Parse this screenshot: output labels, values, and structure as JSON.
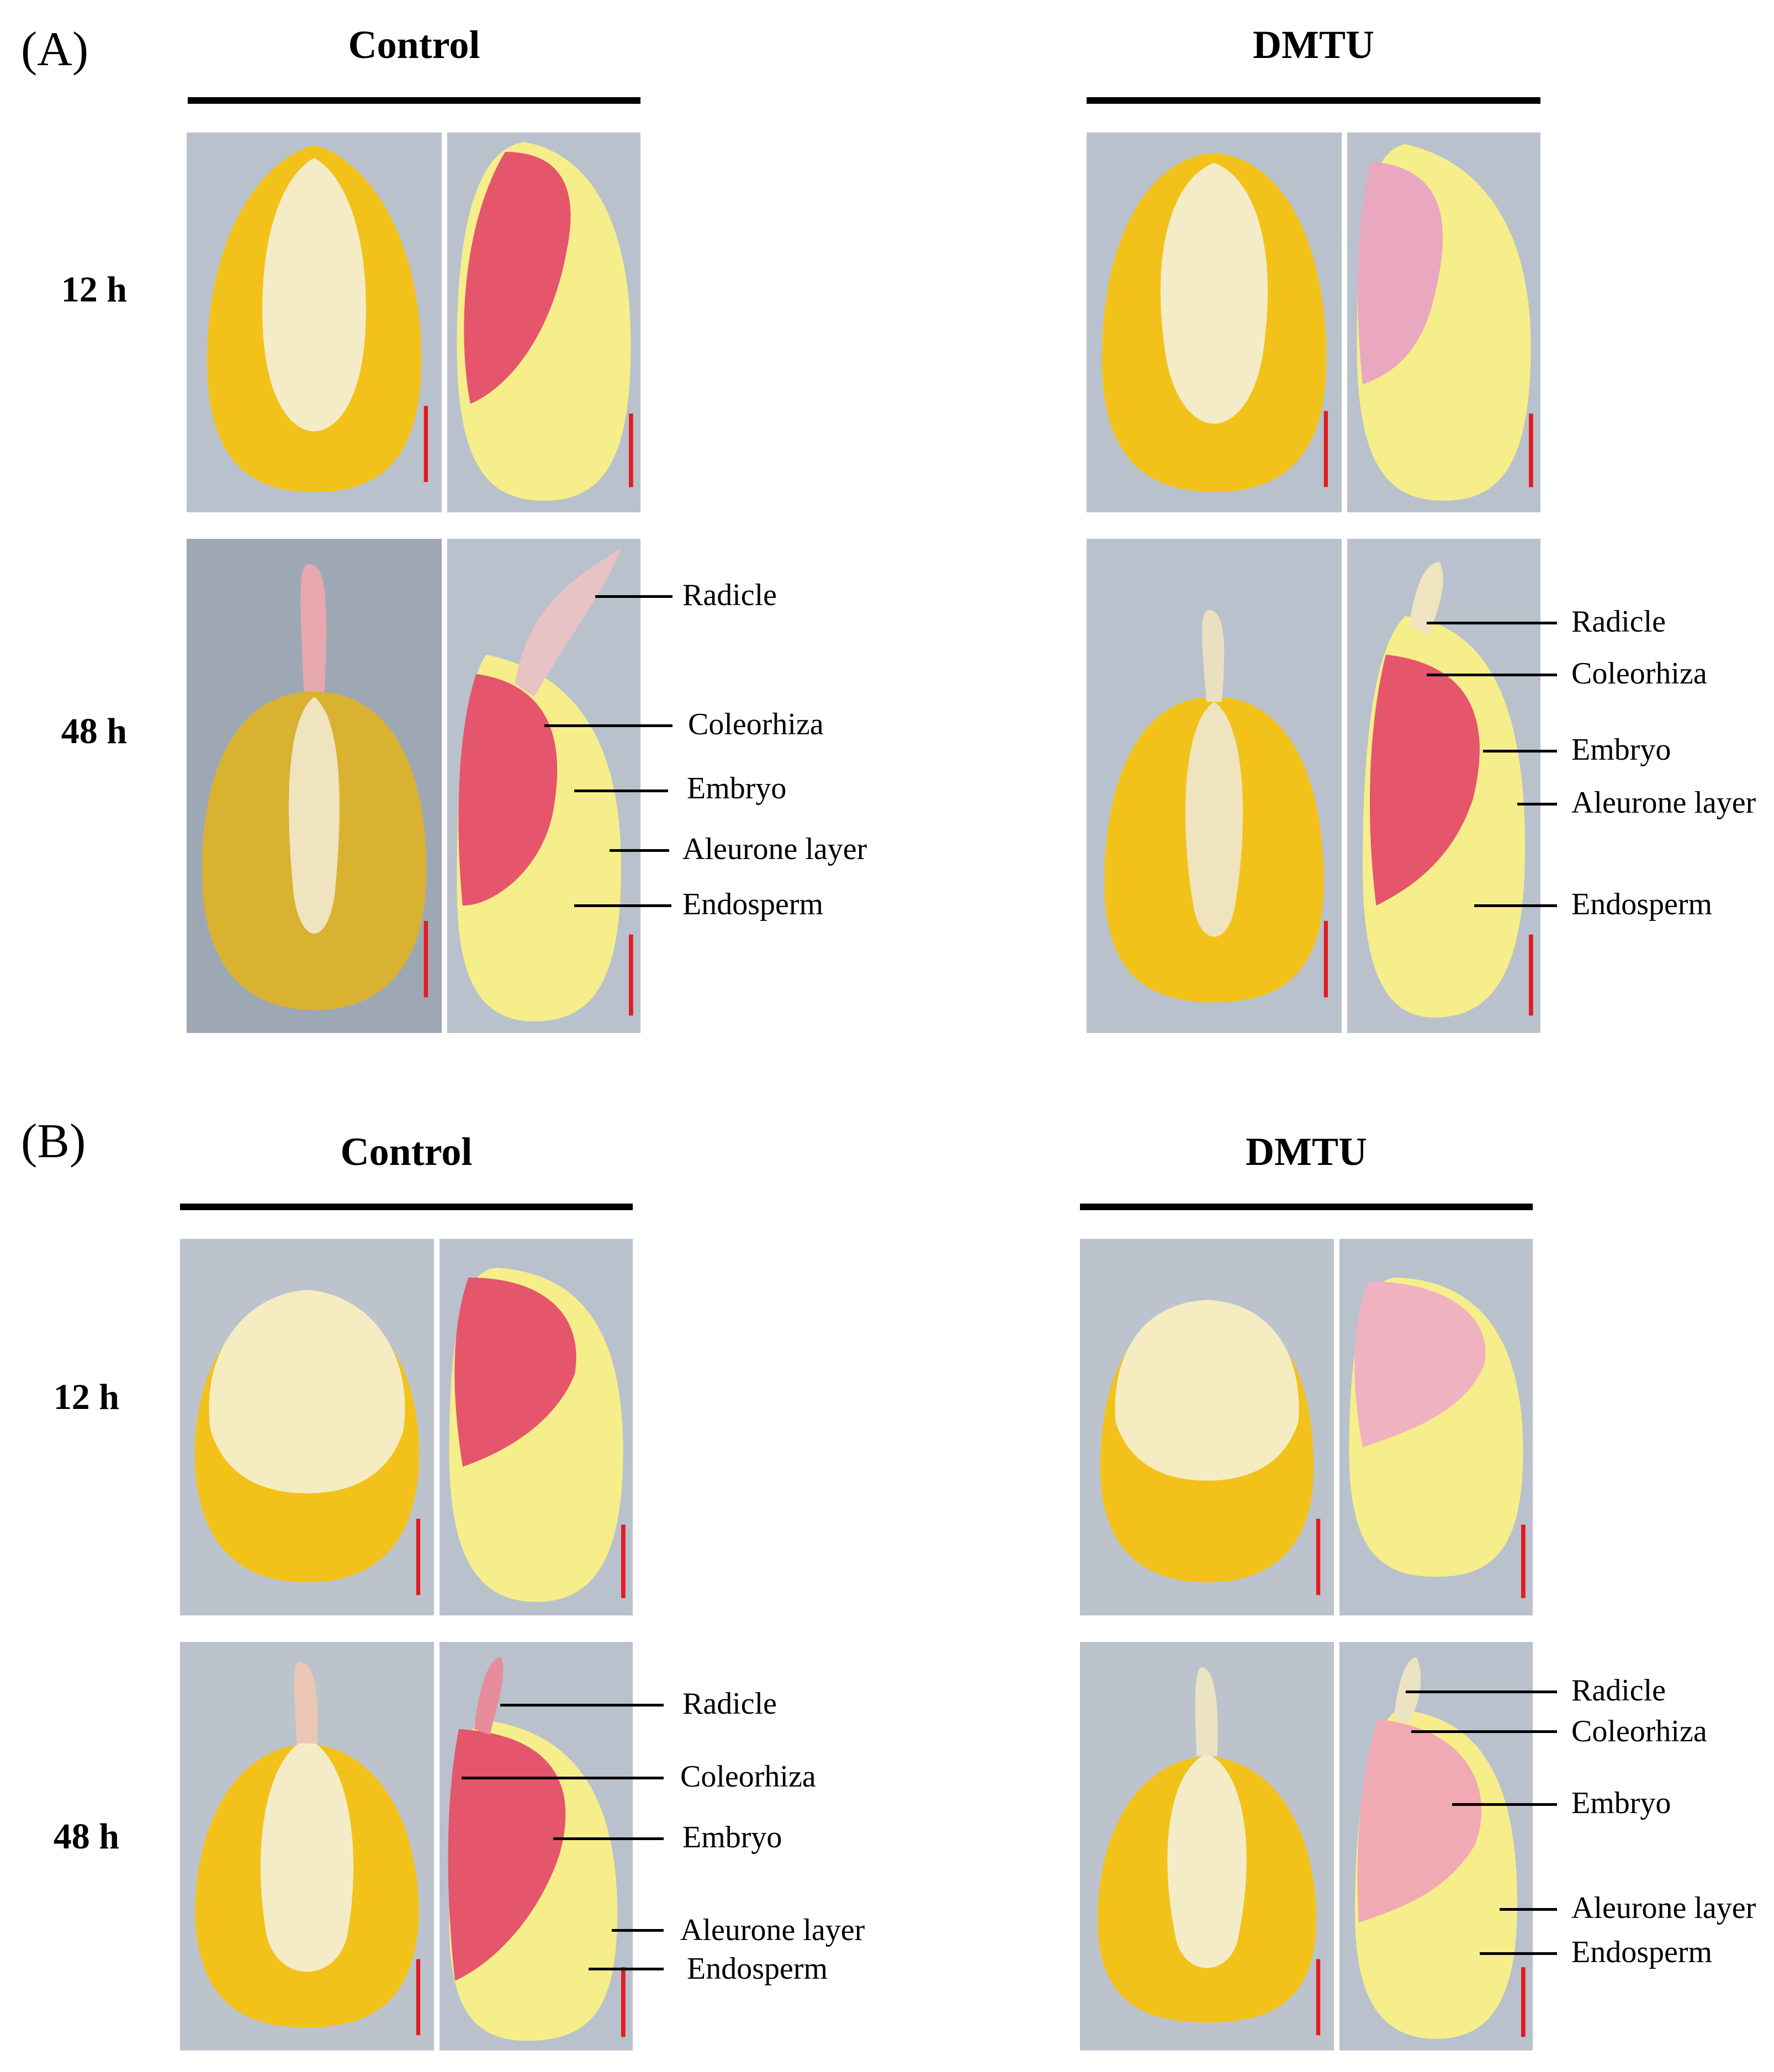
{
  "panels": [
    {
      "letter": "(A)",
      "groups": [
        {
          "title": "Control"
        },
        {
          "title": "DMTU"
        }
      ],
      "rows": [
        {
          "label": "12 h"
        },
        {
          "label": "48 h"
        }
      ],
      "annotations_control": [
        "Radicle",
        "Coleorhiza",
        "Embryo",
        "Aleurone layer",
        "Endosperm"
      ],
      "annotations_dmtu": [
        "Radicle",
        "Coleorhiza",
        "Embryo",
        "Aleurone layer",
        "Endosperm"
      ]
    },
    {
      "letter": "(B)",
      "groups": [
        {
          "title": "Control"
        },
        {
          "title": "DMTU"
        }
      ],
      "rows": [
        {
          "label": "12 h"
        },
        {
          "label": "48 h"
        }
      ],
      "annotations_control": [
        "Radicle",
        "Coleorhiza",
        "Embryo",
        "Aleurone layer",
        "Endosperm"
      ],
      "annotations_dmtu": [
        "Radicle",
        "Coleorhiza",
        "Embryo",
        "Aleurone layer",
        "Endosperm"
      ]
    }
  ],
  "colors": {
    "background_photo": "#b9c1cc",
    "kernel_yellow": "#f2c21b",
    "kernel_cream": "#f3ecc6",
    "tetrazolium_red": "#e5556c",
    "scale_bar": "#e31b23"
  }
}
